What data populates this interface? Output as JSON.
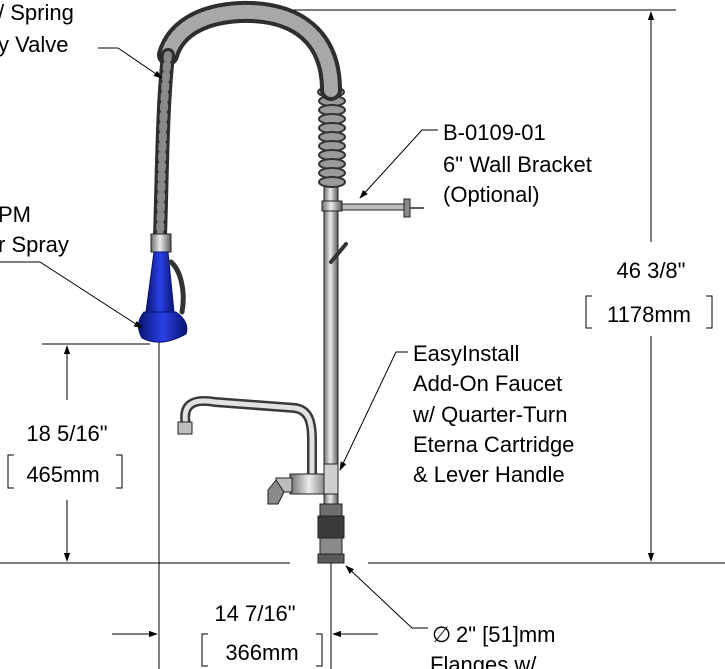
{
  "labels": {
    "hose_line1": "/ Spring",
    "hose_line2": "y Valve",
    "spray_line1": "PM",
    "spray_line2": "r Spray",
    "bracket_line1": "B-0109-01",
    "bracket_line2": "6\" Wall Bracket",
    "bracket_line3": "(Optional)",
    "faucet_line1": "EasyInstall",
    "faucet_line2": "Add-On Faucet",
    "faucet_line3": "w/ Quarter-Turn",
    "faucet_line4": "Eterna Cartridge",
    "faucet_line5": "& Lever Handle",
    "flange_line1": "2\" [51]mm",
    "flange_line2": "Flanges w/",
    "diameter_symbol": "∅"
  },
  "dimensions": {
    "overall_height": {
      "imperial": "46 3/8\"",
      "metric": "1178mm"
    },
    "spray_height": {
      "imperial": "18 5/16\"",
      "metric": "465mm"
    },
    "centerline": {
      "imperial": "14 7/16\"",
      "metric": "366mm"
    }
  },
  "colors": {
    "line": "#000000",
    "metal_light": "#d9d9d9",
    "metal_mid": "#9a9a9a",
    "metal_dark": "#3a3a3a",
    "spray_blue": "#1a2fd0",
    "spray_blue_dark": "#0a1470"
  }
}
